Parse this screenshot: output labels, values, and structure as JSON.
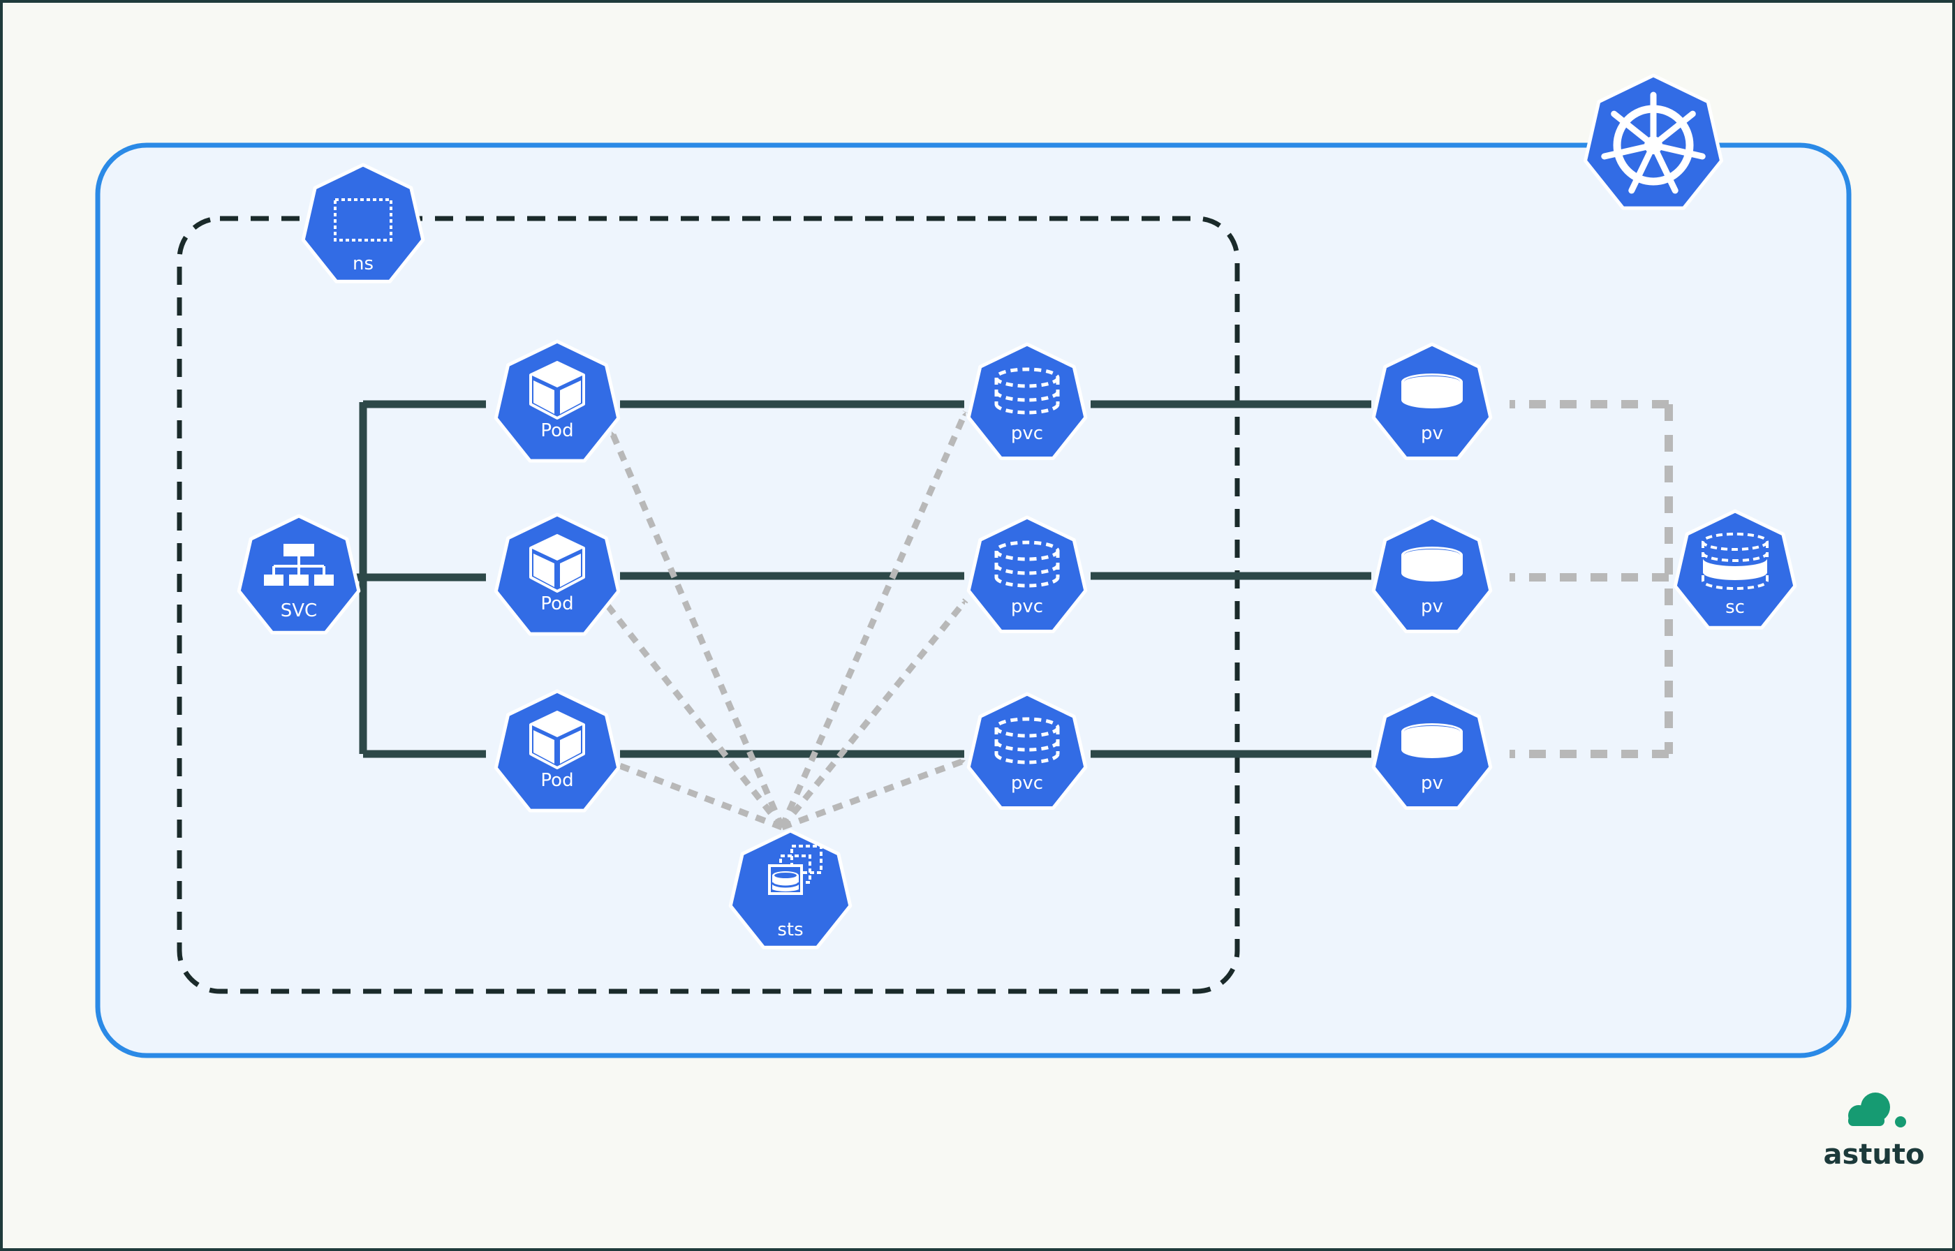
{
  "colors": {
    "background": "#f8f9f4",
    "page_border": "#1f3b3b",
    "cluster_border": "#2b8ae6",
    "cluster_fill": "#eef5fd",
    "namespace_border": "#1a2a2a",
    "node_fill": "#326ce5",
    "icon_white": "#ffffff",
    "solid_arrow": "#2d4848",
    "dashed_arrow": "#b8b8b8",
    "brand_green": "#169b72",
    "brand_text": "#1c3a3a"
  },
  "cluster": {
    "icon": "kubernetes-helm-icon"
  },
  "namespace": {
    "label": "ns",
    "icon": "namespace-icon"
  },
  "service": {
    "label": "SVC",
    "icon": "service-icon"
  },
  "pods": [
    {
      "label": "Pod",
      "icon": "pod-cube-icon"
    },
    {
      "label": "Pod",
      "icon": "pod-cube-icon"
    },
    {
      "label": "Pod",
      "icon": "pod-cube-icon"
    }
  ],
  "pvcs": [
    {
      "label": "pvc",
      "icon": "pvc-disk-icon"
    },
    {
      "label": "pvc",
      "icon": "pvc-disk-icon"
    },
    {
      "label": "pvc",
      "icon": "pvc-disk-icon"
    }
  ],
  "pvs": [
    {
      "label": "pv",
      "icon": "pv-disk-icon"
    },
    {
      "label": "pv",
      "icon": "pv-disk-icon"
    },
    {
      "label": "pv",
      "icon": "pv-disk-icon"
    }
  ],
  "storage_class": {
    "label": "sc",
    "icon": "storage-class-icon"
  },
  "statefulset": {
    "label": "sts",
    "icon": "statefulset-icon"
  },
  "brand": {
    "name": "astuto",
    "icon": "astuto-cloud-logo"
  }
}
